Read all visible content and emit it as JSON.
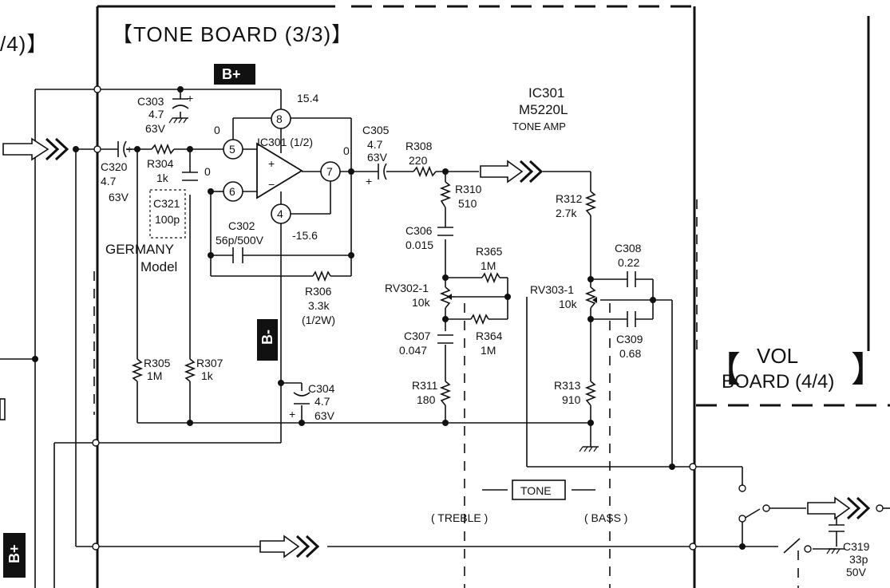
{
  "titles": {
    "tone_board": "【TONE BOARD (3/3)】",
    "prev_board": "/4)】",
    "vol_board_line1": "VOL",
    "vol_board_line2": "BOARD (4/4)",
    "vol_bracket_left": "【",
    "vol_bracket_right": "】"
  },
  "rails": {
    "b_plus": "B+",
    "b_minus": "B-",
    "b_plus_bottom": "B+"
  },
  "ic": {
    "ref": "IC301",
    "part": "M5220L",
    "function": "TONE AMP",
    "half_label": "IC301 (1/2)",
    "pin5": "5",
    "pin6": "6",
    "pin7": "7",
    "pin8": "8",
    "pin4": "4",
    "v_pin8": "15.4",
    "v_pin4": "-15.6",
    "v_pin5": "0",
    "v_pin7": "0",
    "v_pin6": "0",
    "plus_sign": "+",
    "minus_sign": "−"
  },
  "components": {
    "c303": {
      "ref": "C303",
      "value": "4.7",
      "voltage": "63V"
    },
    "c320": {
      "ref": "C320",
      "value": "4.7",
      "voltage": "63V"
    },
    "r304": {
      "ref": "R304",
      "value": "1k"
    },
    "c321": {
      "ref": "C321",
      "value": "100p"
    },
    "c302": {
      "ref": "C302",
      "value": "56p/500V"
    },
    "c305": {
      "ref": "C305",
      "value": "4.7",
      "voltage": "63V"
    },
    "r308": {
      "ref": "R308",
      "value": "220"
    },
    "r310": {
      "ref": "R310",
      "value": "510"
    },
    "c306": {
      "ref": "C306",
      "value": "0.015"
    },
    "r365": {
      "ref": "R365",
      "value": "1M"
    },
    "rv302": {
      "ref": "RV302-1",
      "value": "10k"
    },
    "r364": {
      "ref": "R364",
      "value": "1M"
    },
    "c307": {
      "ref": "C307",
      "value": "0.047"
    },
    "r311": {
      "ref": "R311",
      "value": "180"
    },
    "r312": {
      "ref": "R312",
      "value": "2.7k"
    },
    "c308": {
      "ref": "C308",
      "value": "0.22"
    },
    "rv303": {
      "ref": "RV303-1",
      "value": "10k"
    },
    "c309": {
      "ref": "C309",
      "value": "0.68"
    },
    "r313": {
      "ref": "R313",
      "value": "910"
    },
    "r306": {
      "ref": "R306",
      "value": "3.3k",
      "power": "(1/2W)"
    },
    "r305": {
      "ref": "R305",
      "value": "1M"
    },
    "r307": {
      "ref": "R307",
      "value": "1k"
    },
    "c304": {
      "ref": "C304",
      "value": "4.7",
      "voltage": "63V"
    },
    "c319": {
      "ref": "C319",
      "value": "33p",
      "voltage": "50V"
    }
  },
  "notes": {
    "germany_line1": "GERMANY",
    "germany_line2": "Model",
    "tone": "TONE",
    "treble": "( TREBLE )",
    "bass": "( BASS )",
    "cap_plus": "+"
  }
}
